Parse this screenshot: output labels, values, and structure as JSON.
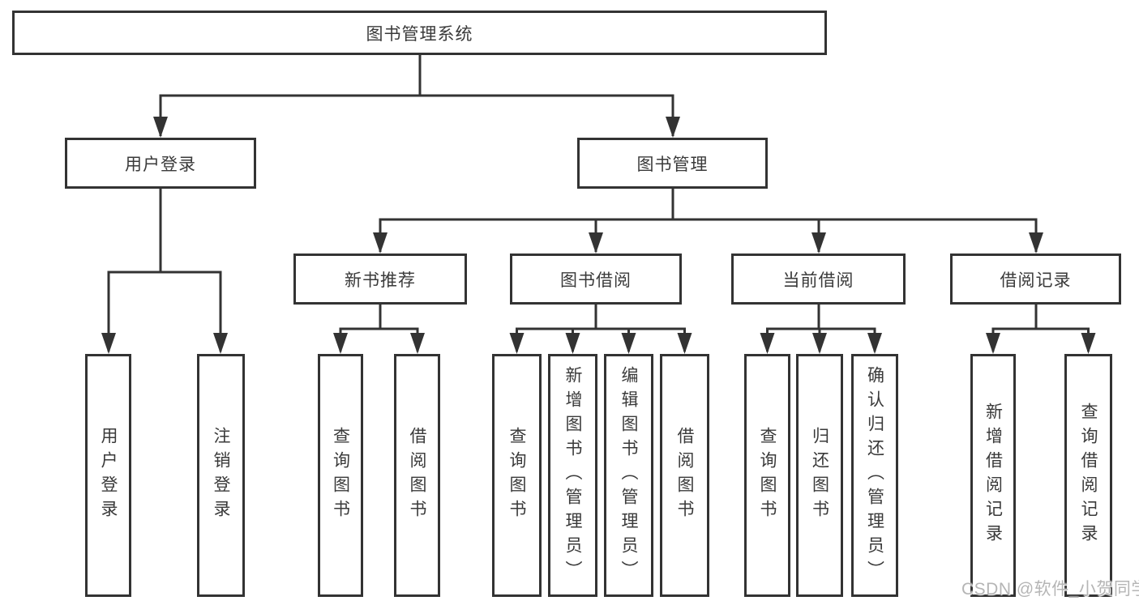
{
  "nodes": {
    "root": "图书管理系统",
    "user_login": "用户登录",
    "book_mgmt": "图书管理",
    "new_books": "新书推荐",
    "borrow": "图书借阅",
    "current": "当前借阅",
    "records": "借阅记录"
  },
  "leaves": {
    "user_login": [
      "用户登录",
      "注销登录"
    ],
    "new_books": [
      "查询图书",
      "借阅图书"
    ],
    "borrow": [
      "查询图书",
      "新增图书（管理员）",
      "编辑图书（管理员）",
      "借阅图书"
    ],
    "current": [
      "查询图书",
      "归还图书",
      "确认归还（管理员）"
    ],
    "records": [
      "新增借阅记录",
      "查询借阅记录"
    ]
  },
  "watermark": "CSDN @软件_小贺同学",
  "colors": {
    "line": "#333333",
    "text": "#3a3a3a",
    "watermark": "#b5b5b5"
  }
}
